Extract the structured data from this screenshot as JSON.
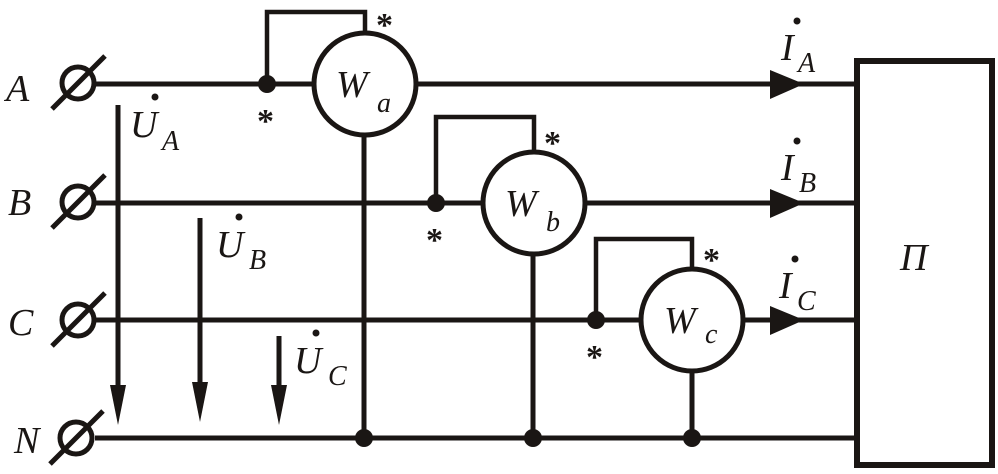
{
  "figure": {
    "type": "three-phase four-wire power measurement circuit (three-wattmeter method)",
    "colors": {
      "ink": "#1a1614",
      "background": "#ffffff"
    }
  },
  "terminals": [
    {
      "id": "A",
      "label": "A"
    },
    {
      "id": "B",
      "label": "B"
    },
    {
      "id": "C",
      "label": "C"
    },
    {
      "id": "N",
      "label": "N"
    }
  ],
  "voltages": [
    {
      "id": "UA",
      "main": "U",
      "sub": "A",
      "dot": "•"
    },
    {
      "id": "UB",
      "main": "U",
      "sub": "B",
      "dot": "•"
    },
    {
      "id": "UC",
      "main": "U",
      "sub": "C",
      "dot": "•"
    }
  ],
  "currents": [
    {
      "id": "IA",
      "main": "I",
      "sub": "A",
      "dot": "•"
    },
    {
      "id": "IB",
      "main": "I",
      "sub": "B",
      "dot": "•"
    },
    {
      "id": "IC",
      "main": "I",
      "sub": "C",
      "dot": "•"
    }
  ],
  "wattmeters": [
    {
      "id": "Wa",
      "main": "W",
      "sub": "a"
    },
    {
      "id": "Wb",
      "main": "W",
      "sub": "b"
    },
    {
      "id": "Wc",
      "main": "W",
      "sub": "c"
    }
  ],
  "polarity_mark": "*",
  "load": {
    "label": "П"
  }
}
